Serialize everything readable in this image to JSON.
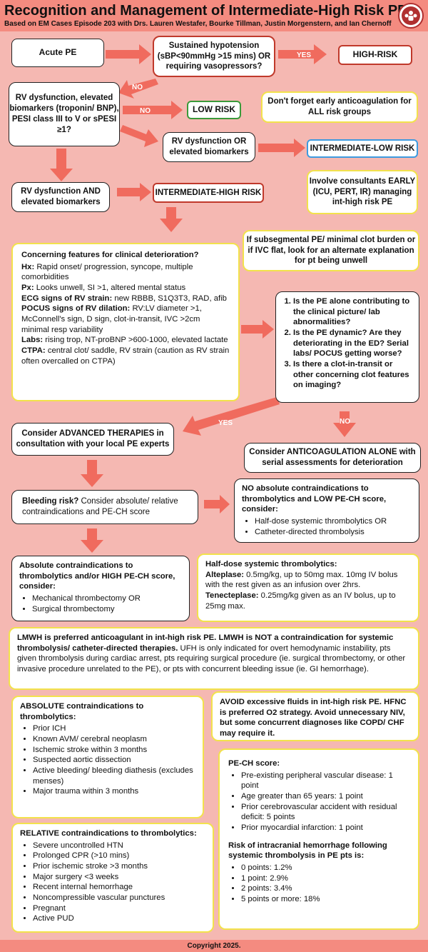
{
  "header": {
    "title": "Recognition and Management of Intermediate-High Risk PE",
    "subtitle": "Based on EM Cases Episode 203 with Drs. Lauren Westafer, Bourke Tillman, Justin Morgenstern, and Ian Chernoff"
  },
  "nodes": {
    "acute_pe": "Acute PE",
    "hypotension": "Sustained hypotension (sBP<90mmHg >15 mins) OR requiring vasopressors?",
    "high_risk": "HIGH-RISK",
    "rv_dysfunction_q": "RV dysfunction, elevated biomarkers (troponin/ BNP), PESI class III to V or sPESI ≥1?",
    "low_risk": "LOW RISK",
    "anticoag_note": "Don't forget early anticoagulation for ALL risk groups",
    "rv_or": "RV dysfunction OR elevated biomarkers",
    "int_low": "INTERMEDIATE-LOW RISK",
    "rv_and": "RV dysfunction AND elevated biomarkers",
    "int_high": "INTERMEDIATE-HIGH RISK",
    "consultants": "Involve consultants EARLY (ICU, PERT, IR) managing int-high risk PE",
    "subsegmental": "If subsegmental PE/ minimal clot burden or if IVC flat, look for an alternate explanation for pt being unwell",
    "advanced": "Consider ADVANCED THERAPIES in consultation with your local PE experts",
    "anticoag_alone": "Consider ANTICOAGULATION ALONE with serial assessments for deterioration"
  },
  "arrow_labels": {
    "yes1": "YES",
    "no1": "NO",
    "no2": "NO",
    "yes2": "YES",
    "no3": "NO"
  },
  "concerning": {
    "title": "Concerning features for clinical deterioration?",
    "items": [
      {
        "label": "Hx:",
        "text": " Rapid onset/ progression, syncope, multiple comorbidities"
      },
      {
        "label": "Px:",
        "text": " Looks unwell, SI >1, altered mental status"
      },
      {
        "label": "ECG signs of RV strain:",
        "text": " new RBBB, S1Q3T3, RAD, afib"
      },
      {
        "label": "POCUS signs of RV dilation:",
        "text": " RV:LV diameter >1, McConnell's sign, D sign, clot-in-transit, IVC >2cm minimal resp variability"
      },
      {
        "label": "Labs:",
        "text": " rising trop, NT-proBNP >600-1000, elevated lactate"
      },
      {
        "label": "CTPA:",
        "text": " central clot/ saddle, RV strain (caution as RV strain often overcalled on CTPA)"
      }
    ]
  },
  "questions": [
    "Is the PE alone contributing to the clinical picture/ lab abnormalities?",
    "Is the PE dynamic? Are they deteriorating in the ED? Serial labs/ POCUS getting worse?",
    "Is there a clot-in-transit or other concerning clot features on imaging?"
  ],
  "bleeding": {
    "label": "Bleeding risk?",
    "text": " Consider absolute/ relative contraindications and PE-CH score"
  },
  "no_contra": {
    "title": "NO absolute contraindications to thrombolytics and LOW PE-CH score, consider:",
    "items": [
      "Half-dose systemic thrombolytics OR",
      "Catheter-directed thrombolysis"
    ]
  },
  "abs_contra_high": {
    "title": "Absolute contraindications to thrombolytics and/or HIGH PE-CH score, consider:",
    "items": [
      "Mechanical thrombectomy OR",
      "Surgical thrombectomy"
    ]
  },
  "half_dose": {
    "title": "Half-dose systemic thrombolytics:",
    "alteplase_label": "Alteplase:",
    "alteplase": " 0.5mg/kg, up to 50mg max. 10mg IV bolus with the rest given as an infusion over 2hrs.",
    "tenecteplase_label": "Tenecteplase:",
    "tenecteplase": " 0.25mg/kg given as an IV bolus, up to 25mg max."
  },
  "lmwh": {
    "bold": "LMWH is preferred anticoagulant in int-high risk PE. LMWH is NOT a contraindication for systemic thrombolysis/ catheter-directed therapies.",
    "text": " UFH is only indicated for overt hemodynamic instability, pts given thrombolysis during cardiac arrest, pts requiring surgical procedure (ie. surgical thrombectomy, or other invasive procedure unrelated to the PE), or pts with concurrent bleeding issue (ie. GI hemorrhage)."
  },
  "absolute": {
    "title": "ABSOLUTE contraindications to thrombolytics:",
    "items": [
      "Prior ICH",
      "Known AVM/ cerebral neoplasm",
      "Ischemic stroke within 3 months",
      "Suspected aortic dissection",
      "Active bleeding/ bleeding diathesis (excludes menses)",
      "Major trauma within 3 months"
    ]
  },
  "fluids": "AVOID excessive fluids in int-high risk PE. HFNC is preferred O2 strategy. Avoid unnecessary NIV, but some concurrent diagnoses like COPD/ CHF may require it.",
  "pech": {
    "title": "PE-CH score:",
    "items": [
      "Pre-existing peripheral vascular disease: 1 point",
      "Age greater than 65 years: 1 point",
      "Prior cerebrovascular accident with residual deficit: 5 points",
      "Prior myocardial infarction: 1 point"
    ],
    "risk_title": "Risk of intracranial hemorrhage following systemic thrombolysis in PE pts is:",
    "risk_items": [
      "0 points: 1.2%",
      "1 point: 2.9%",
      "2 points: 3.4%",
      "5 points or more: 18%"
    ]
  },
  "relative": {
    "title": "RELATIVE contraindications to thrombolytics:",
    "items": [
      "Severe uncontrolled HTN",
      "Prolonged CPR (>10 mins)",
      "Prior ischemic stroke >3 months",
      "Major surgery <3 weeks",
      "Recent internal hemorrhage",
      "Noncompressible vascular punctures",
      "Pregnant",
      "Active PUD"
    ]
  },
  "footer": "Copyright 2025.",
  "colors": {
    "arrow": "#f06b5e",
    "header": "#f48b80",
    "background": "#f5b8b2",
    "yellow_border": "#f2e24c"
  }
}
